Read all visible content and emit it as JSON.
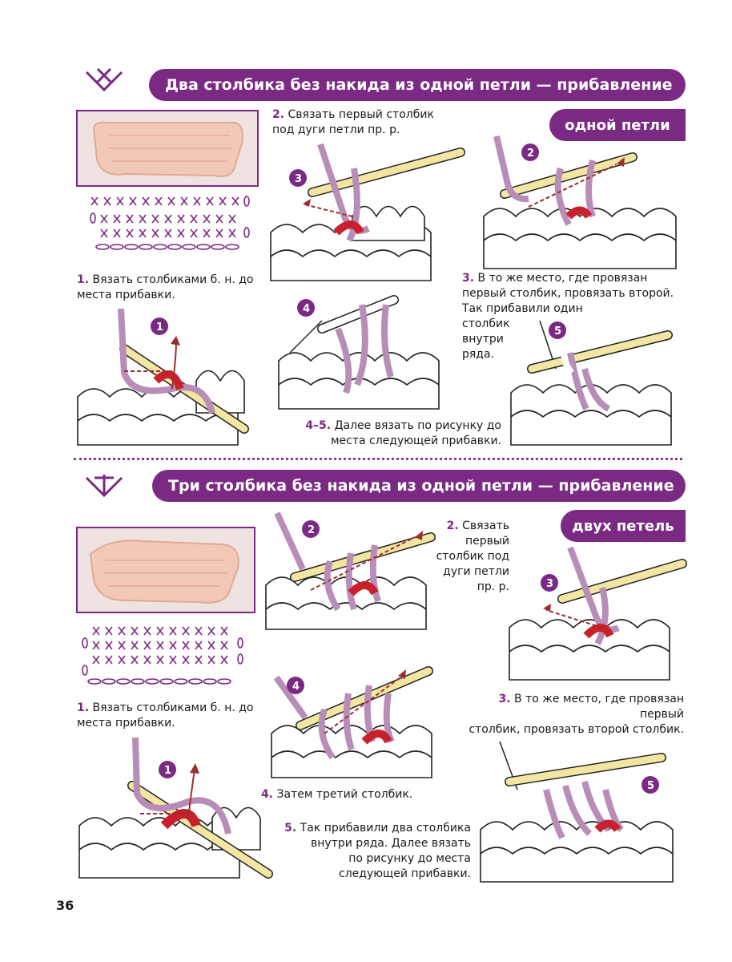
{
  "page": {
    "number": "36"
  },
  "section1": {
    "title": "Два столбика без накида из одной петли — прибавление",
    "tab": "одной петли",
    "steps": {
      "s1": {
        "num": "1.",
        "text": "Вязать столбиками б. н. до места прибавки."
      },
      "s2": {
        "num": "2.",
        "text": "Связать первый столбик под дуги петли пр. р."
      },
      "s3": {
        "num": "3.",
        "text_lines": [
          "В то же место, где провязан",
          "первый столбик, провязать второй.",
          "Так прибавили один",
          "столбик",
          "внутри",
          "ряда."
        ]
      },
      "s45": {
        "num": "4–5.",
        "text": "Далее вязать по рисунку до места следующей прибавки."
      }
    },
    "badges": [
      "1",
      "2",
      "3",
      "4",
      "5"
    ]
  },
  "section2": {
    "title": "Три столбика без накида из одной петли — прибавление",
    "tab": "двух петель",
    "steps": {
      "s1": {
        "num": "1.",
        "text": "Вязать столбиками б. н. до места прибавки."
      },
      "s2": {
        "num": "2.",
        "text_lines": [
          "Связать",
          "первый",
          "столбик под",
          "дуги петли",
          "пр. р."
        ]
      },
      "s3": {
        "num": "3.",
        "text_lines": [
          "В то же место, где провязан первый",
          "столбик, провязать второй столбик."
        ]
      },
      "s4": {
        "num": "4.",
        "text": "Затем третий столбик."
      },
      "s5": {
        "num": "5.",
        "text_lines": [
          "Так прибавили два столбика",
          "внутри ряда. Далее вязать",
          "по рисунку до места",
          "следующей прибавки."
        ]
      }
    },
    "badges": [
      "1",
      "2",
      "3",
      "4",
      "5"
    ]
  },
  "colors": {
    "accent": "#7b2a83",
    "yarn": "#b88db8",
    "hook": "#f3e6a2",
    "loop_red": "#c8202c",
    "arrow": "#9b2e2e"
  },
  "icons": {
    "section_icon": "crochet-increase-symbol-icon"
  }
}
